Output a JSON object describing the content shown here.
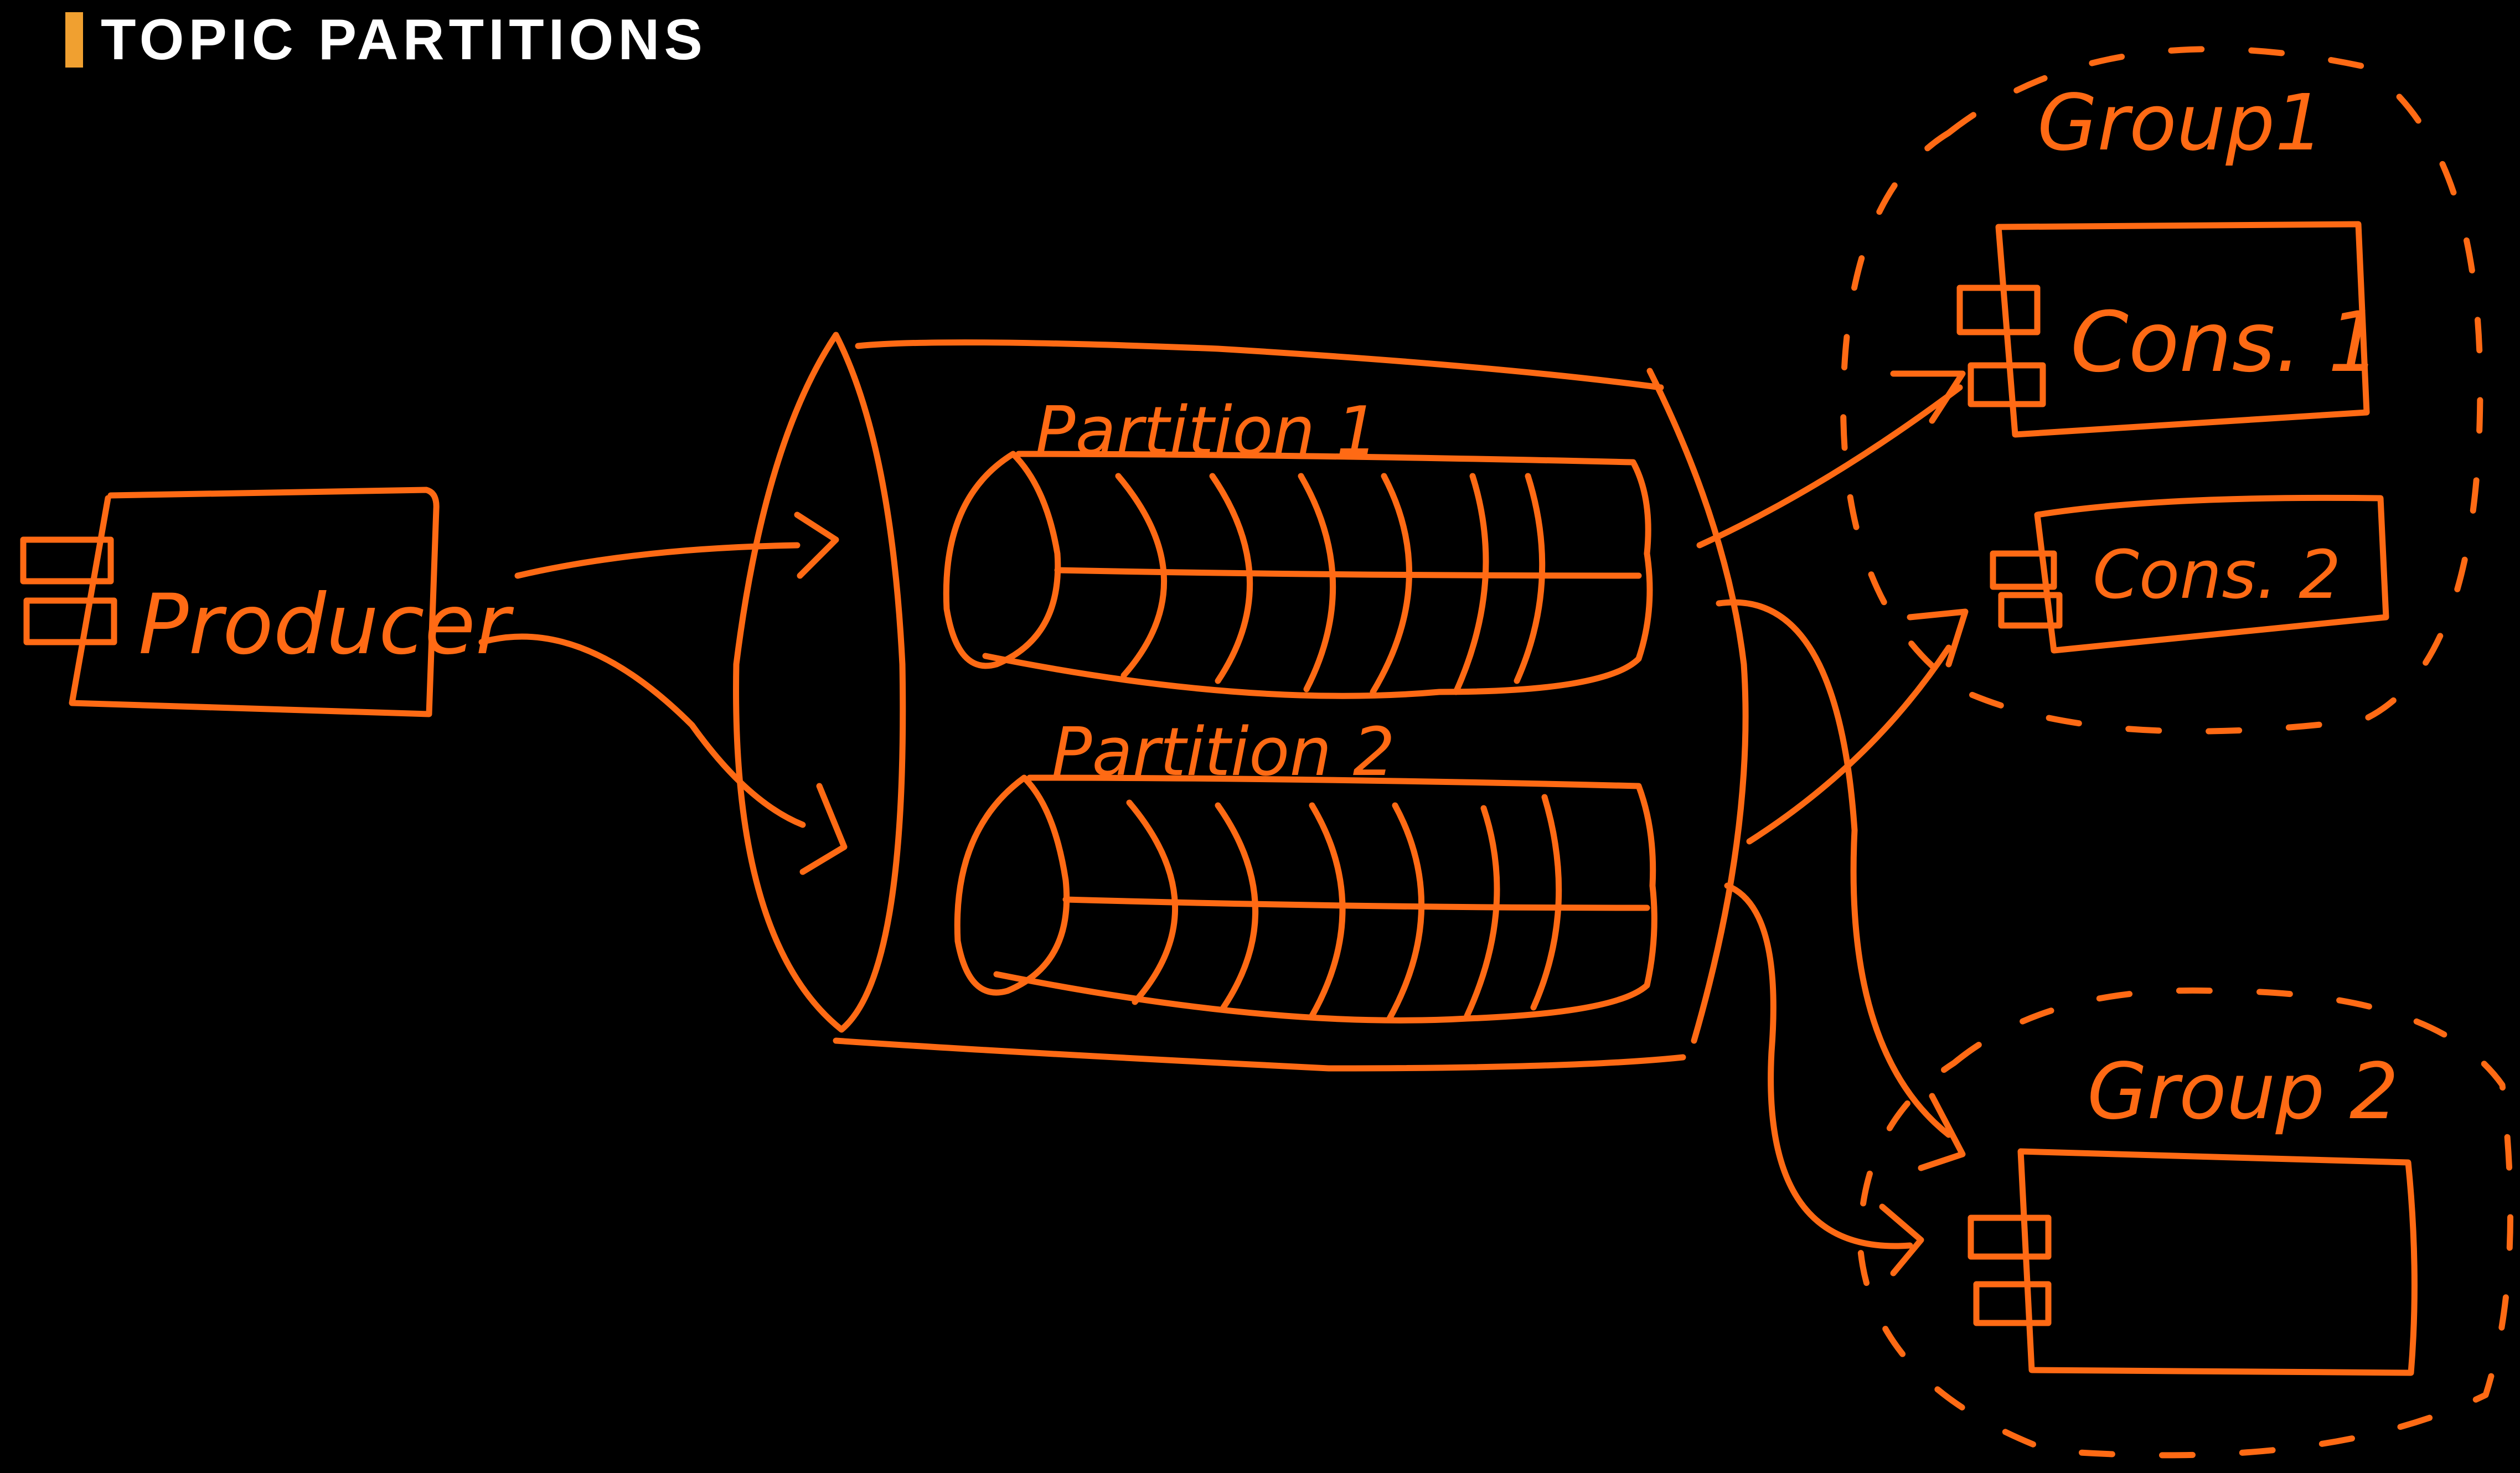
{
  "title": "TOPIC PARTITIONS",
  "colors": {
    "ink": "#ff6a14",
    "accent": "#f0a030",
    "background": "#000000",
    "title_text": "#ffffff"
  },
  "diagram": {
    "producer": {
      "label": "Producer"
    },
    "topic": {
      "partitions": [
        {
          "label": "Partition 1"
        },
        {
          "label": "Partition 2"
        }
      ]
    },
    "groups": [
      {
        "label": "Group1",
        "consumers": [
          {
            "label": "Cons. 1"
          },
          {
            "label": "Cons. 2"
          }
        ]
      },
      {
        "label": "Group 2",
        "consumers": [
          {
            "label": ""
          }
        ]
      }
    ]
  }
}
